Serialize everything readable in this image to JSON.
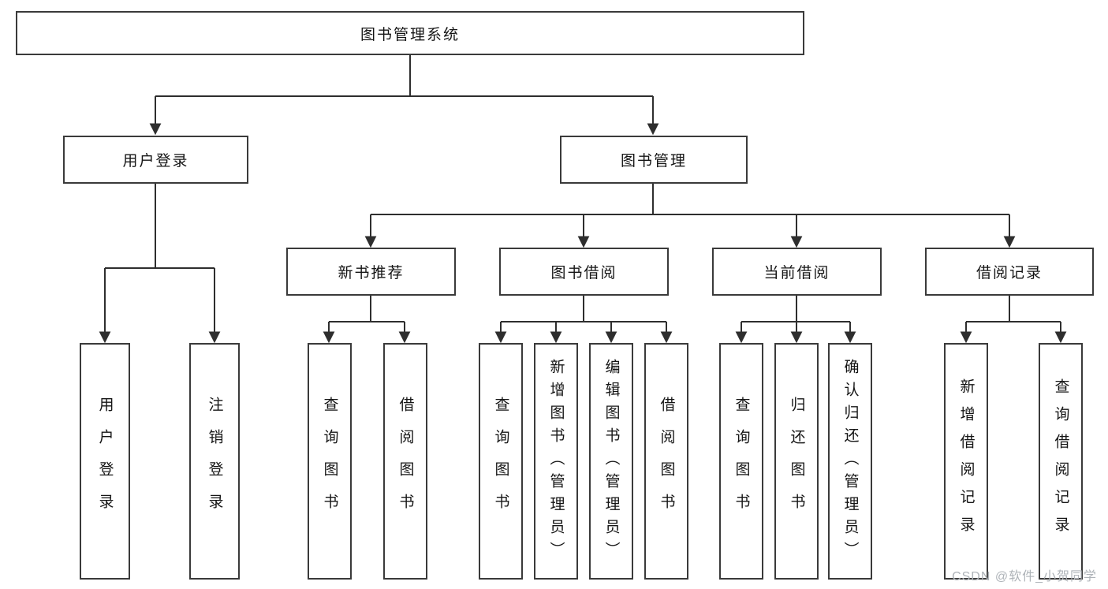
{
  "tree": {
    "root": {
      "label": "图书管理系统"
    },
    "branches": [
      {
        "label": "用户登录",
        "children": [
          {
            "label": "用户登录"
          },
          {
            "label": "注销登录"
          }
        ]
      },
      {
        "label": "图书管理",
        "children": [
          {
            "label": "新书推荐",
            "children": [
              {
                "label": "查询图书"
              },
              {
                "label": "借阅图书"
              }
            ]
          },
          {
            "label": "图书借阅",
            "children": [
              {
                "label": "查询图书"
              },
              {
                "label": "新增图书（管理员）"
              },
              {
                "label": "编辑图书（管理员）"
              },
              {
                "label": "借阅图书"
              }
            ]
          },
          {
            "label": "当前借阅",
            "children": [
              {
                "label": "查询图书"
              },
              {
                "label": "归还图书"
              },
              {
                "label": "确认归还（管理员）"
              }
            ]
          },
          {
            "label": "借阅记录",
            "children": [
              {
                "label": "新增借阅记录"
              },
              {
                "label": "查询借阅记录"
              }
            ]
          }
        ]
      }
    ]
  },
  "colors": {
    "line": "#2e2e2e",
    "border": "#3a3a3a"
  },
  "watermark": {
    "text": "CSDN @软件_小贺同学"
  }
}
